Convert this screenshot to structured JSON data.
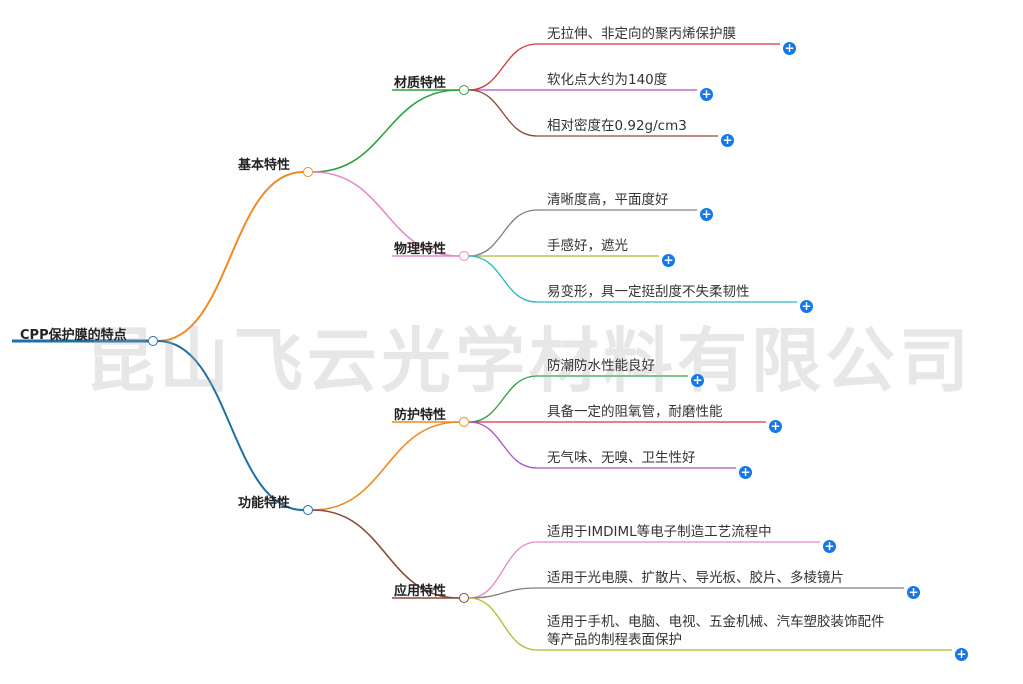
{
  "root": {
    "label": "CPP保护膜的特点",
    "color": "#1f6fa6"
  },
  "watermark": "昆山飞云光学材料有限公司",
  "branches": [
    {
      "label": "基本特性",
      "color": "#f08a24",
      "children": [
        {
          "label": "材质特性",
          "color": "#2ea043",
          "leaves": [
            {
              "text": "无拉伸、非定向的聚丙烯保护膜",
              "color": "#d9363e"
            },
            {
              "text": "软化点大约为140度",
              "color": "#a855c8"
            },
            {
              "text": "相对密度在0.92g/cm3",
              "color": "#8b4a3c"
            }
          ]
        },
        {
          "label": "物理特性",
          "color": "#e58ac8",
          "leaves": [
            {
              "text": "清晰度高，平面度好",
              "color": "#808080"
            },
            {
              "text": "手感好，遮光",
              "color": "#b5b82a"
            },
            {
              "text": "易变形，具一定挺刮度不失柔韧性",
              "color": "#29b6c9"
            }
          ]
        }
      ]
    },
    {
      "label": "功能特性",
      "color": "#1f6fa6",
      "children": [
        {
          "label": "防护特性",
          "color": "#f08a24",
          "leaves": [
            {
              "text": "防潮防水性能良好",
              "color": "#2ea043"
            },
            {
              "text": "具备一定的阻氧管，耐磨性能",
              "color": "#d9363e"
            },
            {
              "text": "无气味、无嗅、卫生性好",
              "color": "#a855c8"
            }
          ]
        },
        {
          "label": "应用特性",
          "color": "#8b4a3c",
          "leaves": [
            {
              "text": "适用于IMDIML等电子制造工艺流程中",
              "color": "#e58ac8"
            },
            {
              "text": "适用于光电膜、扩散片、导光板、胶片、多棱镜片",
              "color": "#808080"
            },
            {
              "text": "适用于手机、电脑、电视、五金机械、汽车塑胶装饰配件\n等产品的制程表面保护",
              "color": "#b5b82a"
            }
          ]
        }
      ]
    }
  ],
  "expand_symbol": "+"
}
